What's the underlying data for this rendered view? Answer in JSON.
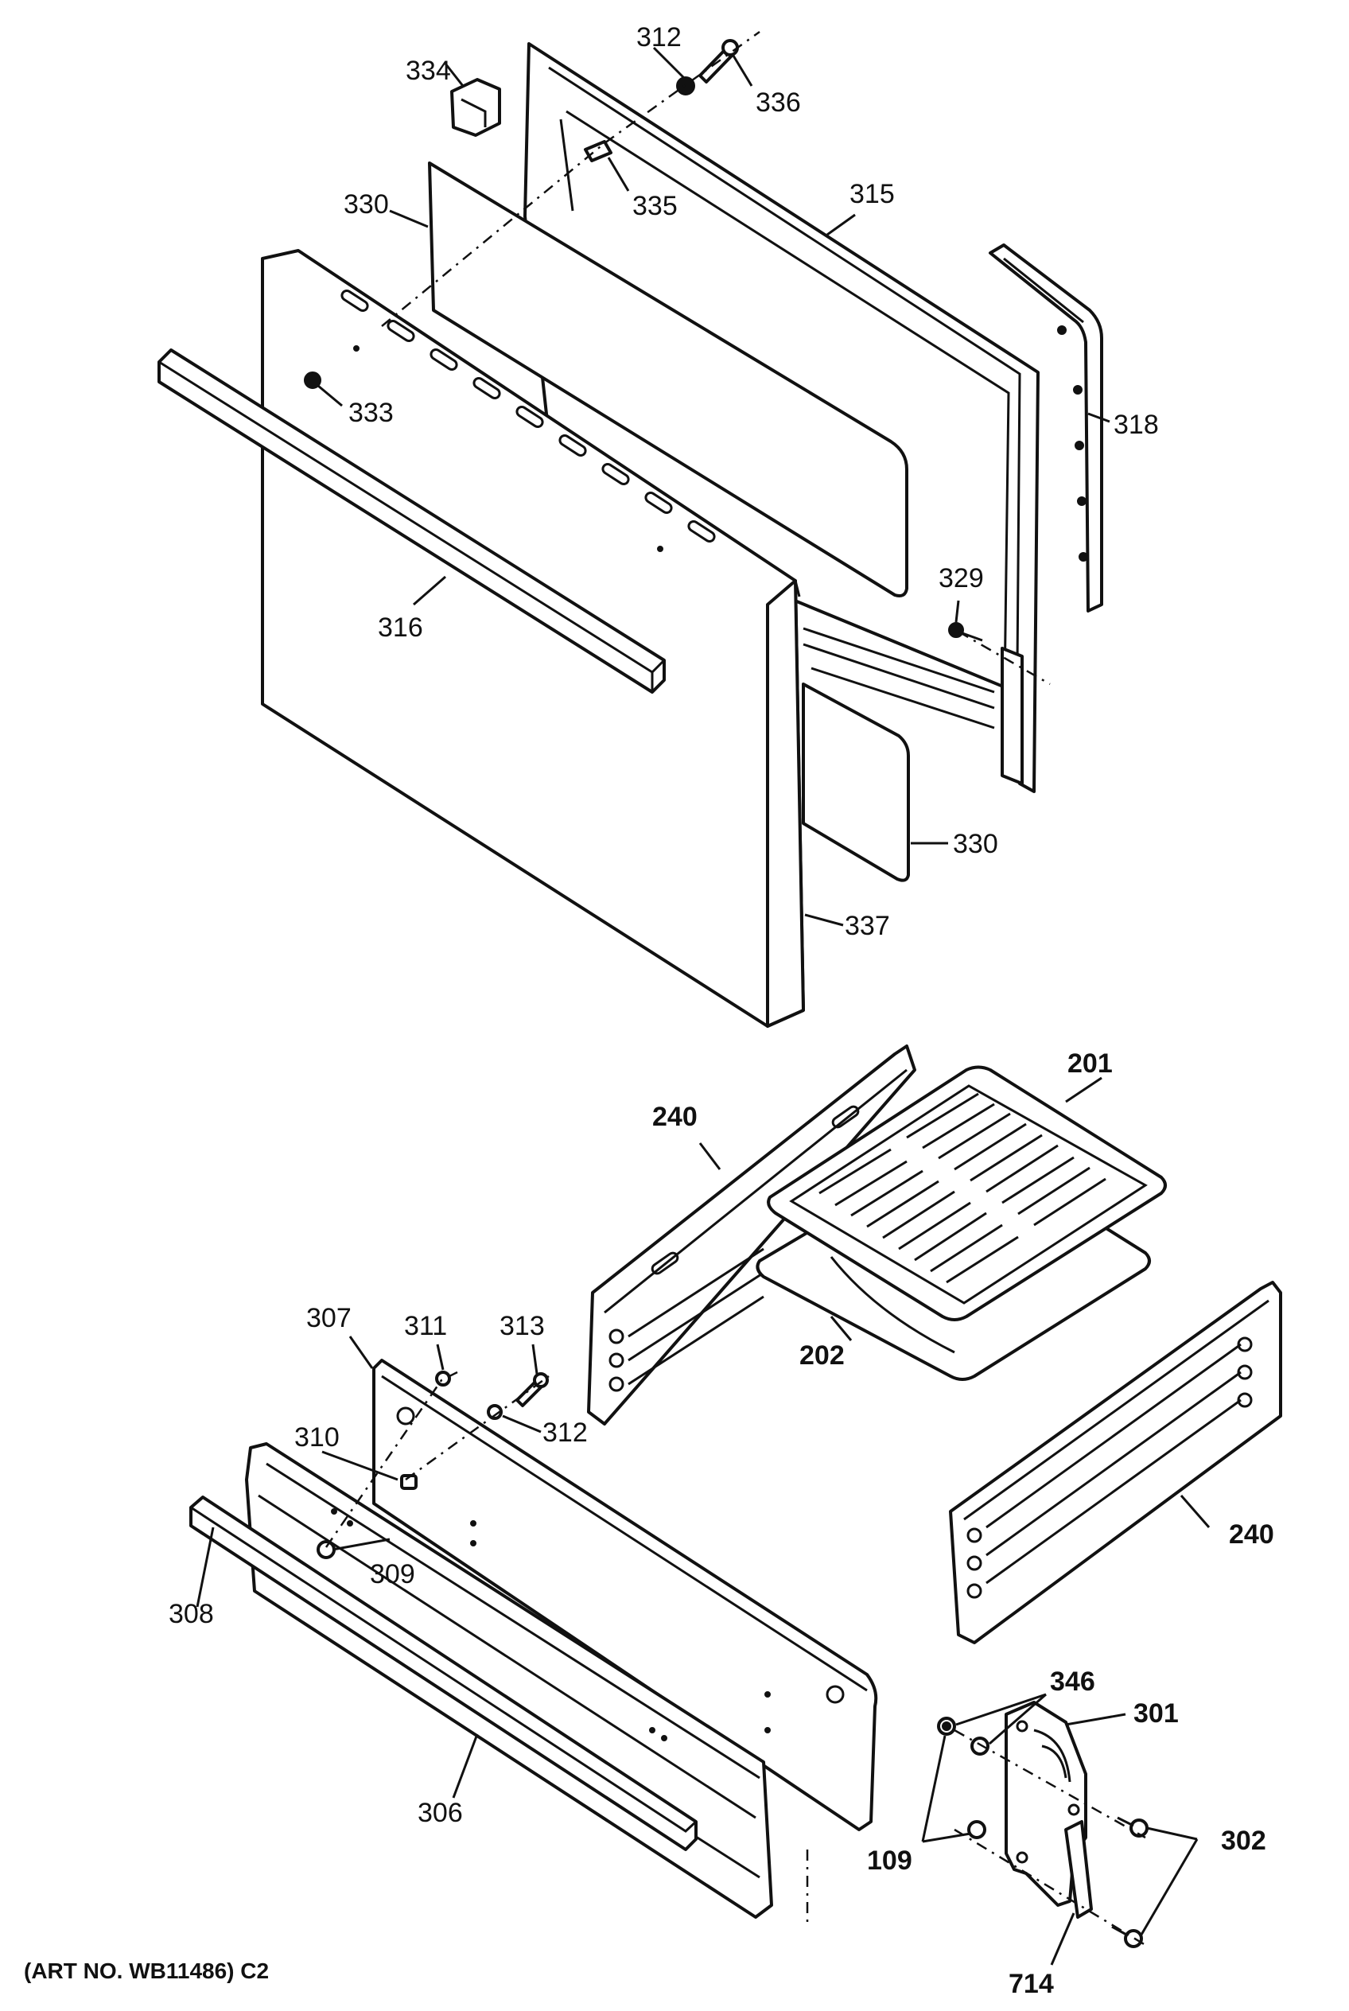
{
  "labels": {
    "l312a": "312",
    "l334": "334",
    "l336": "336",
    "l335": "335",
    "l330a": "330",
    "l315": "315",
    "l318": "318",
    "l333": "333",
    "l329": "329",
    "l316": "316",
    "l330b": "330",
    "l337": "337",
    "l201": "201",
    "l240a": "240",
    "l202": "202",
    "l307": "307",
    "l311": "311",
    "l313": "313",
    "l310": "310",
    "l312b": "312",
    "l309": "309",
    "l308": "308",
    "l240b": "240",
    "l306": "306",
    "l346": "346",
    "l301": "301",
    "l302": "302",
    "l109": "109",
    "l714": "714"
  },
  "caption": "(ART NO. WB11486) C2"
}
